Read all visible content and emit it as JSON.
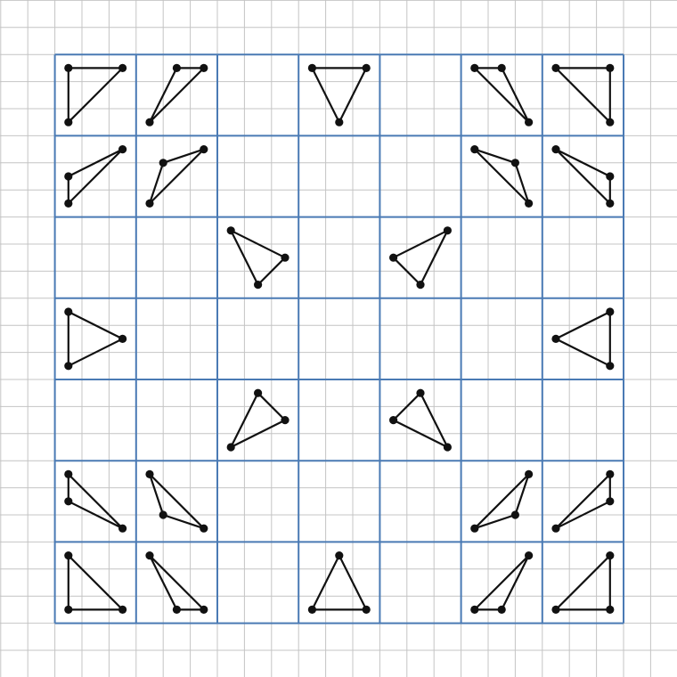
{
  "colors": {
    "background": "#ffffff",
    "fine_grid": "#c4c4c4",
    "cell_grid": "#4a7ab4",
    "figure": "#111111"
  },
  "grid": {
    "rows": 7,
    "cols": 7,
    "subdivisions_per_cell": 3
  },
  "figures": [
    {
      "row": 0,
      "col": 0,
      "points": [
        [
          0,
          0
        ],
        [
          2,
          0
        ],
        [
          0,
          2
        ]
      ]
    },
    {
      "row": 0,
      "col": 1,
      "points": [
        [
          1,
          0
        ],
        [
          2,
          0
        ],
        [
          0,
          2
        ]
      ]
    },
    {
      "row": 0,
      "col": 3,
      "points": [
        [
          0,
          0
        ],
        [
          2,
          0
        ],
        [
          1,
          2
        ]
      ]
    },
    {
      "row": 0,
      "col": 5,
      "points": [
        [
          0,
          0
        ],
        [
          1,
          0
        ],
        [
          2,
          2
        ]
      ]
    },
    {
      "row": 0,
      "col": 6,
      "points": [
        [
          0,
          0
        ],
        [
          2,
          0
        ],
        [
          2,
          2
        ]
      ]
    },
    {
      "row": 1,
      "col": 0,
      "points": [
        [
          2,
          0
        ],
        [
          0,
          1
        ],
        [
          0,
          2
        ]
      ]
    },
    {
      "row": 1,
      "col": 1,
      "points": [
        [
          2,
          0
        ],
        [
          0.5,
          0.5
        ],
        [
          0,
          2
        ]
      ]
    },
    {
      "row": 1,
      "col": 5,
      "points": [
        [
          0,
          0
        ],
        [
          1.5,
          0.5
        ],
        [
          2,
          2
        ]
      ]
    },
    {
      "row": 1,
      "col": 6,
      "points": [
        [
          0,
          0
        ],
        [
          2,
          1
        ],
        [
          2,
          2
        ]
      ]
    },
    {
      "row": 2,
      "col": 2,
      "points": [
        [
          0,
          0
        ],
        [
          2,
          1
        ],
        [
          1,
          2
        ]
      ]
    },
    {
      "row": 2,
      "col": 4,
      "points": [
        [
          2,
          0
        ],
        [
          0,
          1
        ],
        [
          1,
          2
        ]
      ]
    },
    {
      "row": 3,
      "col": 0,
      "points": [
        [
          0,
          0
        ],
        [
          2,
          1
        ],
        [
          0,
          2
        ]
      ]
    },
    {
      "row": 3,
      "col": 6,
      "points": [
        [
          2,
          0
        ],
        [
          0,
          1
        ],
        [
          2,
          2
        ]
      ]
    },
    {
      "row": 4,
      "col": 2,
      "points": [
        [
          1,
          0
        ],
        [
          2,
          1
        ],
        [
          0,
          2
        ]
      ]
    },
    {
      "row": 4,
      "col": 4,
      "points": [
        [
          1,
          0
        ],
        [
          0,
          1
        ],
        [
          2,
          2
        ]
      ]
    },
    {
      "row": 5,
      "col": 0,
      "points": [
        [
          0,
          0
        ],
        [
          0,
          1
        ],
        [
          2,
          2
        ]
      ]
    },
    {
      "row": 5,
      "col": 1,
      "points": [
        [
          0,
          0
        ],
        [
          0.5,
          1.5
        ],
        [
          2,
          2
        ]
      ]
    },
    {
      "row": 5,
      "col": 5,
      "points": [
        [
          2,
          0
        ],
        [
          1.5,
          1.5
        ],
        [
          0,
          2
        ]
      ]
    },
    {
      "row": 5,
      "col": 6,
      "points": [
        [
          2,
          0
        ],
        [
          2,
          1
        ],
        [
          0,
          2
        ]
      ]
    },
    {
      "row": 6,
      "col": 0,
      "points": [
        [
          0,
          0
        ],
        [
          0,
          2
        ],
        [
          2,
          2
        ]
      ]
    },
    {
      "row": 6,
      "col": 1,
      "points": [
        [
          0,
          0
        ],
        [
          1,
          2
        ],
        [
          2,
          2
        ]
      ]
    },
    {
      "row": 6,
      "col": 3,
      "points": [
        [
          1,
          0
        ],
        [
          0,
          2
        ],
        [
          2,
          2
        ]
      ]
    },
    {
      "row": 6,
      "col": 5,
      "points": [
        [
          2,
          0
        ],
        [
          0,
          2
        ],
        [
          1,
          2
        ]
      ]
    },
    {
      "row": 6,
      "col": 6,
      "points": [
        [
          2,
          0
        ],
        [
          0,
          2
        ],
        [
          2,
          2
        ]
      ]
    }
  ]
}
